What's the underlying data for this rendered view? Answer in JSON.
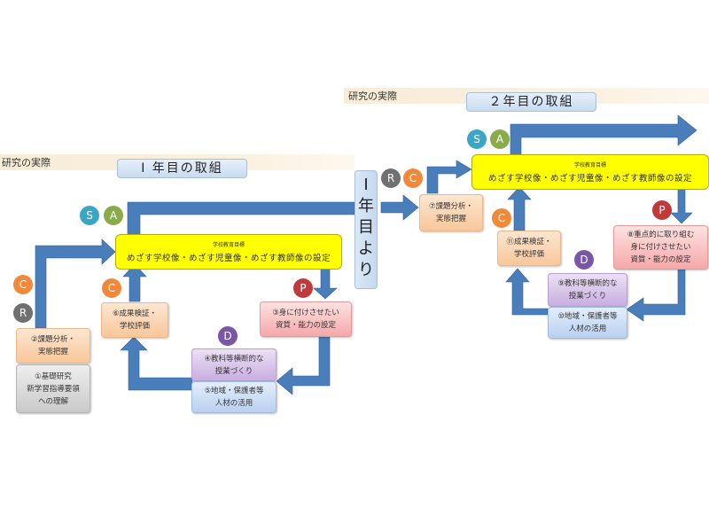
{
  "year1": {
    "section_label": "研究の実際",
    "title": "I 年目の取組",
    "goal": {
      "small": "学校教育目標",
      "big": "めざす学校像・めざす児童像・めざす教師像の設定"
    },
    "circles": {
      "S": "S",
      "A": "A",
      "C1": "C",
      "R": "R",
      "C2": "C",
      "P": "P",
      "D": "D"
    },
    "boxes": {
      "b1": "①基礎研究\n新学習指導要領\nへの理解",
      "b2": "②課題分析・\n実態把握",
      "b3": "③身に付けさせたい\n資質・能力の設定",
      "b4": "④教科等横断的な\n授業づくり",
      "b5": "⑤地域・保護者等\n人材の活用",
      "b6": "⑥成果検証・\n学校評価"
    }
  },
  "transition": {
    "label": "I\n年\n目\nよ\nり"
  },
  "year2": {
    "section_label": "研究の実際",
    "title": "２年目の取組",
    "goal": {
      "small": "学校教育目標",
      "big": "めざす学校像・めざす児童像・めざす教師像の設定"
    },
    "circles": {
      "S": "S",
      "A": "A",
      "R": "R",
      "C1": "C",
      "C2": "C",
      "P": "P",
      "D": "D"
    },
    "boxes": {
      "b7": "⑦課題分析・\n実態把握",
      "b8": "⑧重点的に取り組む\n身に付けさせたい\n資質・能力の設定",
      "b9": "⑨教科等横断的な\n授業づくり",
      "b10": "⑩地域・保護者等\n人材の活用",
      "b11": "⑪成果検証・\n学校評価"
    }
  },
  "colors": {
    "arrow": "#4a7ebb",
    "S": "#3aa6c6",
    "A": "#8aab4a",
    "C": "#f08a3a",
    "R": "#707070",
    "P": "#c0393b",
    "D": "#7a55a8"
  }
}
